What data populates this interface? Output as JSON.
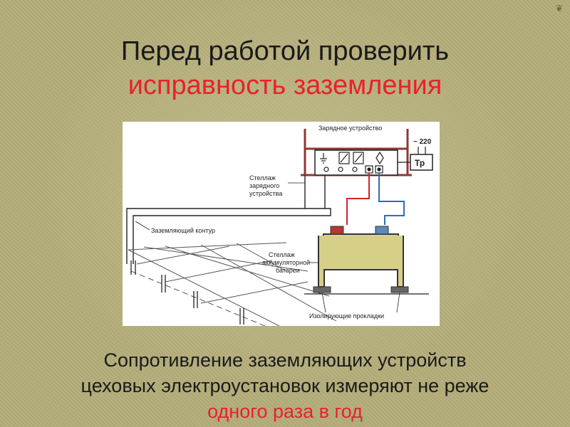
{
  "slide": {
    "corner_icon": "fleuron-icon",
    "title_line1": "Перед работой проверить",
    "title_line2": "исправность заземления",
    "footer_line1": "Сопротивление заземляющих устройств",
    "footer_line2": "цеховых электроустановок измеряют не реже",
    "footer_line3": "одного раза в год"
  },
  "diagram": {
    "label_charger": "Зарядное устройство",
    "label_voltage": "~ 220",
    "label_transformer": "Тр",
    "label_charger_rack": "Стеллаж зарядного устройства",
    "label_ground_loop": "Заземляющий контур",
    "label_battery_rack": "Стеллаж аккумуляторной батареи",
    "label_insulating_pads": "Изолирующие прокладки"
  },
  "colors": {
    "accent_red": "#e8222a",
    "background": "#b4ad7a",
    "frame_brown": "#8b3a32"
  }
}
